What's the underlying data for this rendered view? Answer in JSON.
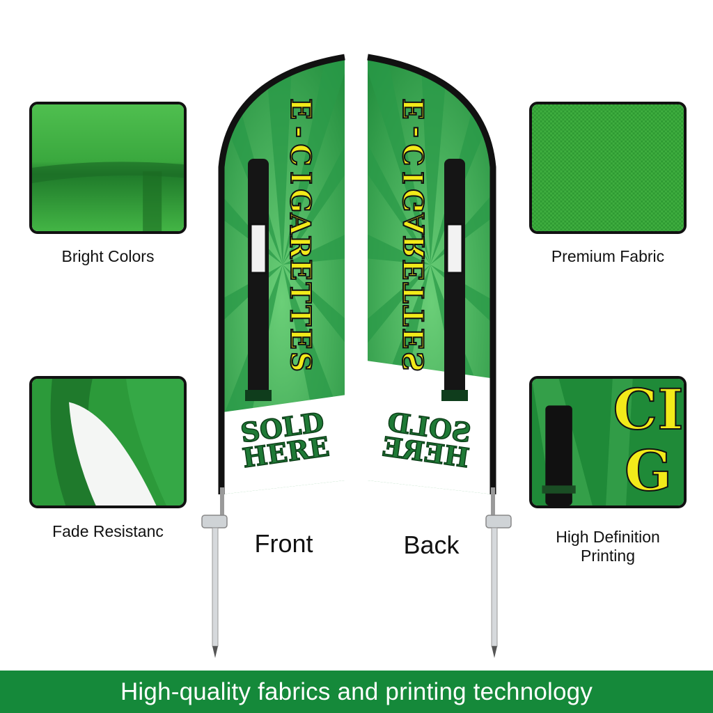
{
  "features": {
    "bright_colors": "Bright Colors",
    "premium_fabric": "Premium Fabric",
    "fade_resistance": "Fade Resistanc",
    "hd_printing_line1": "High Definition",
    "hd_printing_line2": "Printing"
  },
  "flags": {
    "front_label": "Front",
    "back_label": "Back",
    "headline_letters": [
      "E",
      "-",
      "C",
      "I",
      "G",
      "A",
      "R",
      "E",
      "T",
      "T",
      "E",
      "S"
    ],
    "sold": "SOLD",
    "here": "HERE",
    "closeup_text_top": "CI",
    "closeup_text_bottom": "G"
  },
  "banner": {
    "text": "High-quality fabrics and printing technology"
  },
  "colors": {
    "flag_green": "#1e8a3a",
    "ray_light": "#3fae5a",
    "headline_yellow": "#f2ea1a",
    "banner_green": "#15893a",
    "sold_green": "#1f7a36"
  }
}
